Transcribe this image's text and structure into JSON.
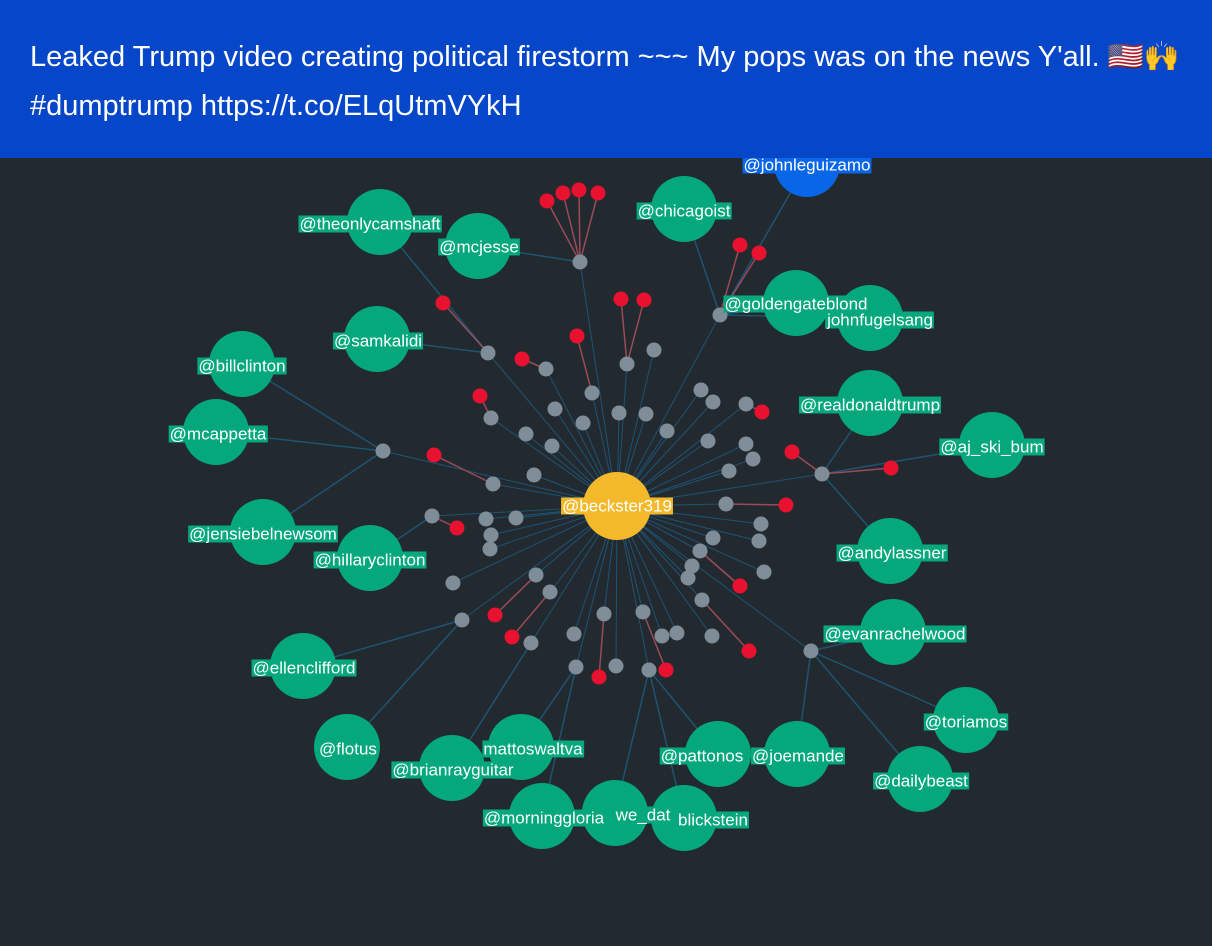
{
  "tweet": {
    "text": "Leaked Trump video creating political firestorm ~~~ My pops was on the news Y'all. 🇺🇸🙌 #dumptrump https://t.co/ELqUtmVYkH"
  },
  "colors": {
    "background": "#222a30",
    "banner": "#0646c8",
    "user_node": "#05a87c",
    "user_node_highlight": "#0a66e8",
    "center_node": "#f3b92b",
    "retweet_node": "#7f8d99",
    "reply_node": "#e8112f",
    "retweet_edge": "#1d5a80",
    "reply_edge": "#b0505e"
  },
  "graph": {
    "center": {
      "label": "@beckster319",
      "kind": "center"
    },
    "users": [
      {
        "label": "@johnleguizamo",
        "kind": "user-highlight"
      },
      {
        "label": "@theonlycamshaft",
        "kind": "user"
      },
      {
        "label": "@mcjesse",
        "kind": "user"
      },
      {
        "label": "@chicagoist",
        "kind": "user"
      },
      {
        "label": "@goldengateblond",
        "kind": "user"
      },
      {
        "label": "johnfugelsang",
        "kind": "user"
      },
      {
        "label": "@samkalidi",
        "kind": "user"
      },
      {
        "label": "@billclinton",
        "kind": "user"
      },
      {
        "label": "@realdonaldtrump",
        "kind": "user"
      },
      {
        "label": "@mcappetta",
        "kind": "user"
      },
      {
        "label": "@aj_ski_bum",
        "kind": "user"
      },
      {
        "label": "@jensiebelnewsom",
        "kind": "user"
      },
      {
        "label": "@hillaryclinton",
        "kind": "user"
      },
      {
        "label": "@andylassner",
        "kind": "user"
      },
      {
        "label": "@evanrachelwood",
        "kind": "user"
      },
      {
        "label": "@ellenclifford",
        "kind": "user"
      },
      {
        "label": "@toriamos",
        "kind": "user"
      },
      {
        "label": "@flotus",
        "kind": "user"
      },
      {
        "label": "mattoswaltva",
        "kind": "user"
      },
      {
        "label": "@brianrayguitar",
        "kind": "user"
      },
      {
        "label": "@pattonos",
        "kind": "user"
      },
      {
        "label": "@joemande",
        "kind": "user"
      },
      {
        "label": "@dailybeast",
        "kind": "user"
      },
      {
        "label": "@morninggloria",
        "kind": "user"
      },
      {
        "label": "we_dat",
        "kind": "user"
      },
      {
        "label": "blickstein",
        "kind": "user"
      }
    ]
  }
}
